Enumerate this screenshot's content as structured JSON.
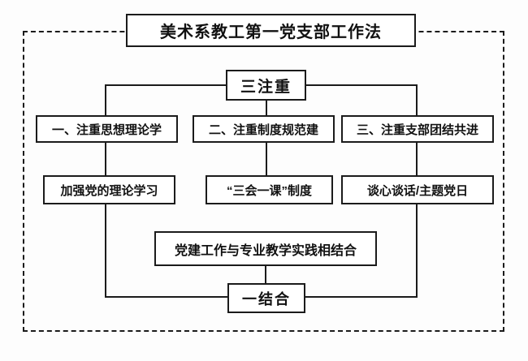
{
  "diagram": {
    "title": "美术系教工第一党支部工作法",
    "top_node": "三注重",
    "columns": [
      {
        "heading": "一、注重思想理论学",
        "detail": "加强党的理论学习"
      },
      {
        "heading": "二、注重制度规范建",
        "detail": "“三会一课”制度"
      },
      {
        "heading": "三、注重支部团结共进",
        "detail": "谈心谈话/主题党日"
      }
    ],
    "integration_node": "党建工作与专业教学实践相结合",
    "bottom_node": "一结合"
  },
  "colors": {
    "line": "#1b1b1b",
    "box_border": "#1b1b1b",
    "box_fill": "#ffffff",
    "background": "#fdfdfd"
  }
}
